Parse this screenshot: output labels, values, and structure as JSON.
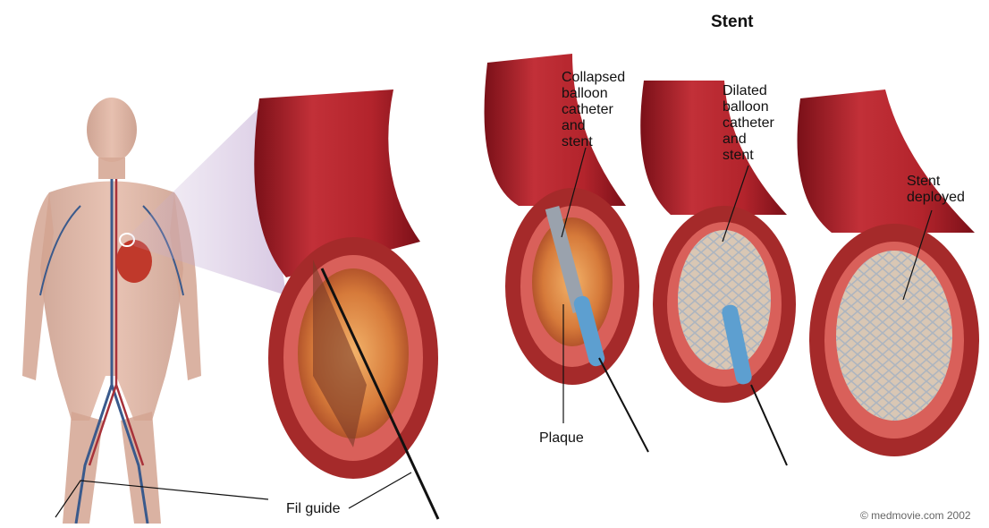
{
  "title": "Stent",
  "labels": {
    "collapsed": "Collapsed\nballoon\ncatheter\nand\nstent",
    "dilated": "Dilated\nballoon\ncatheter\nand\nstent",
    "deployed": "Stent\ndeployed",
    "plaque": "Plaque",
    "guide": "Fil guide"
  },
  "credit": "© medmovie.com 2002",
  "colors": {
    "artery_outer": "#b3242c",
    "artery_dark": "#7a1018",
    "artery_inner": "#d9605a",
    "plaque": "#e2a04a",
    "stent_metal": "#9aa2ad",
    "catheter": "#5d9fd0",
    "body_skin": "#d9aa98",
    "vessel_blue": "#3a5a8c",
    "vessel_red": "#a8323a"
  }
}
